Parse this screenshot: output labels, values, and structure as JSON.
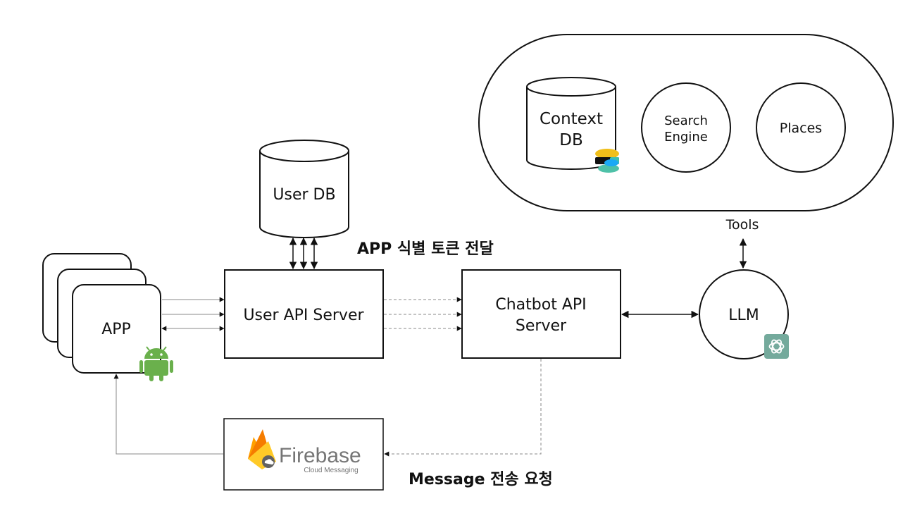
{
  "nodes": {
    "app": {
      "label": "APP"
    },
    "user_db": {
      "label": "User DB"
    },
    "user_api": {
      "label": "User API Server"
    },
    "chatbot_api": {
      "line1": "Chatbot API",
      "line2": "Server"
    },
    "llm": {
      "label": "LLM"
    },
    "context_db": {
      "line1": "Context",
      "line2": "DB"
    },
    "search_engine": {
      "line1": "Search",
      "line2": "Engine"
    },
    "places": {
      "label": "Places"
    },
    "firebase": {
      "brand": "Firebase",
      "sub": "Cloud Messaging"
    }
  },
  "labels": {
    "tools": "Tools",
    "token": "APP 식별 토큰 전달",
    "message": "Message 전송 요청"
  },
  "icons": {
    "android": "android-icon",
    "elasticsearch": "elasticsearch-icon",
    "openai": "openai-icon",
    "firebase": "firebase-icon"
  },
  "colors": {
    "android": "#6ab04c",
    "openai_bg": "#74aa9c",
    "firebase_yellow": "#ffca28",
    "firebase_orange": "#f57c00",
    "firebase_amber": "#ffa000",
    "firebase_text": "#757575",
    "line": "#111111",
    "thin_line": "#888888"
  }
}
